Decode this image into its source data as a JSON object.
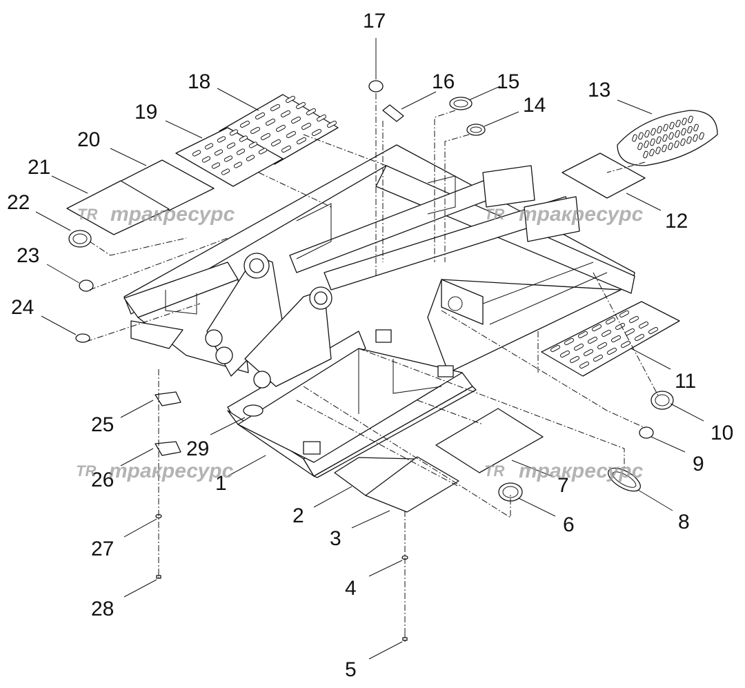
{
  "diagram": {
    "callouts": [
      "1",
      "2",
      "3",
      "4",
      "5",
      "6",
      "7",
      "8",
      "9",
      "10",
      "11",
      "12",
      "13",
      "14",
      "15",
      "16",
      "17",
      "18",
      "19",
      "20",
      "21",
      "22",
      "23",
      "24",
      "25",
      "26",
      "27",
      "28",
      "29"
    ],
    "watermark": {
      "logo": "TR",
      "text": "тракресурс"
    }
  }
}
